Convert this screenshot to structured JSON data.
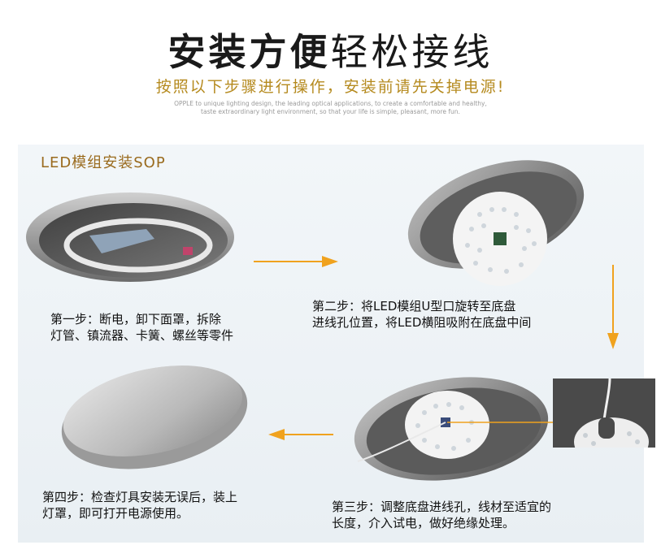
{
  "header": {
    "title_bold": "安装方便",
    "title_light": "轻松接线",
    "subtitle": "按照以下步骤进行操作，安装前请先关掉电源!",
    "tagline_line1": "OPPLE to unique lighting design, the leading optical applications, to create a comfortable and healthy,",
    "tagline_line2": "taste extraordinary light environment, so that your life is simple, pleasant, more fun."
  },
  "section": {
    "title": "LED模组安装SOP"
  },
  "steps": [
    {
      "text": "第一步：断电，卸下面罩，拆除\n灯管、镇流器、卡簧、螺丝等零件"
    },
    {
      "text": "第二步：将LED模组U型口旋转至底盘\n进线孔位置，将LED横阻吸附在底盘中间"
    },
    {
      "text": "第三步：调整底盘进线孔，线材至适宜的\n长度，介入试电，做好绝缘处理。"
    },
    {
      "text": "第四步：检查灯具安装无误后，装上\n灯罩，即可打开电源使用。"
    }
  ],
  "colors": {
    "arrow": "#f0a21e",
    "accent_gold": "#b58a1e",
    "panel_bg": "#eef3f6"
  },
  "icons": [
    "arrow-right-icon",
    "arrow-down-icon",
    "arrow-left-icon"
  ]
}
